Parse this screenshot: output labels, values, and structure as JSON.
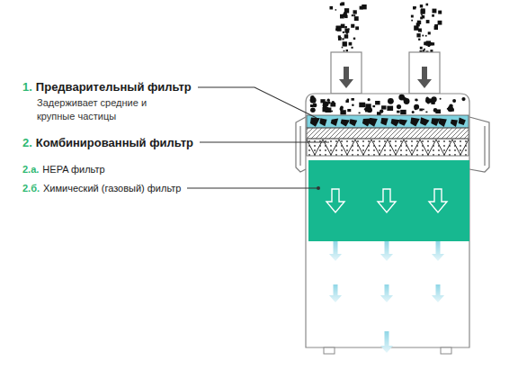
{
  "diagram": {
    "labels": [
      "1.",
      "Предварительный фильтр",
      "Задерживает средние и крупные частицы",
      "2.",
      "Комбинированный фильтр",
      "2.а.",
      "HEPA фильтр",
      "2.б.",
      "Химический (газовый) фильтр"
    ]
  }
}
